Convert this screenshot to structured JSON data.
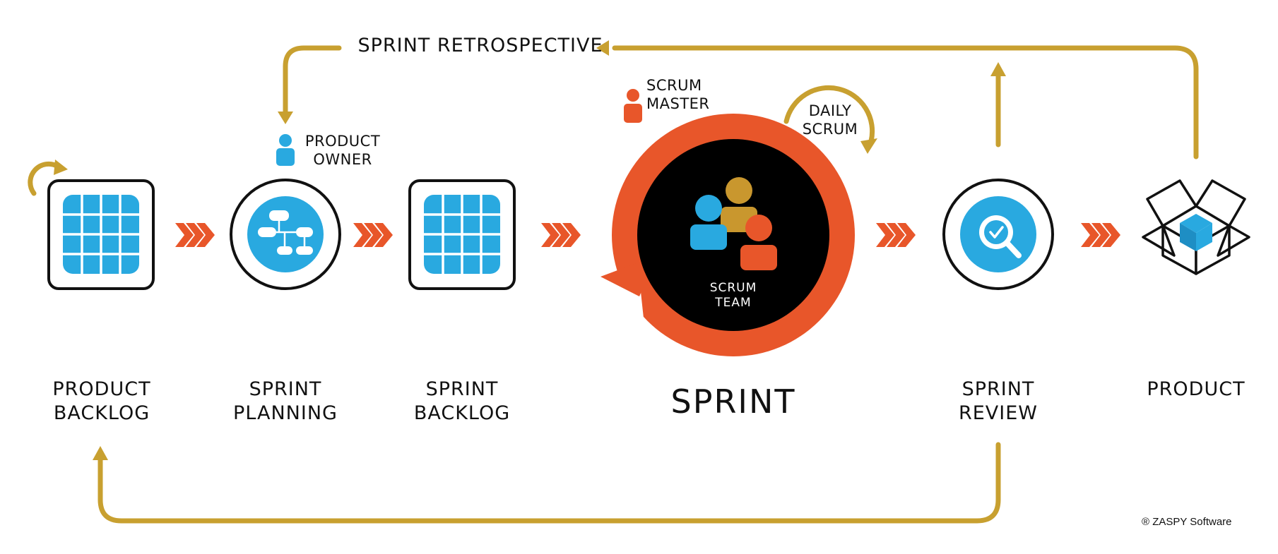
{
  "colors": {
    "gold": "#C8A030",
    "orange": "#E8562A",
    "blue": "#29A9E0",
    "black": "#000000"
  },
  "labels": {
    "retrospective": "SPRINT RETROSPECTIVE",
    "product_owner": [
      "PRODUCT",
      "OWNER"
    ],
    "scrum_master": [
      "SCRUM",
      "MASTER"
    ],
    "daily_scrum": [
      "DAILY",
      "SCRUM"
    ],
    "scrum_team": [
      "SCRUM",
      "TEAM"
    ],
    "product_backlog": [
      "PRODUCT",
      "BACKLOG"
    ],
    "sprint_planning": [
      "SPRINT",
      "PLANNING"
    ],
    "sprint_backlog": [
      "SPRINT",
      "BACKLOG"
    ],
    "sprint": "SPRINT",
    "sprint_review": [
      "SPRINT",
      "REVIEW"
    ],
    "product": "PRODUCT",
    "copyright": "® ZASPY Software"
  },
  "icons": {
    "product_backlog": "grid-icon",
    "sprint_planning": "flowchart-icon",
    "sprint_backlog": "grid-icon",
    "sprint": "team-icon",
    "sprint_review": "magnifier-check-icon",
    "product": "box-icon",
    "roles": "person-icon",
    "flow": "triple-chevron-icon"
  }
}
